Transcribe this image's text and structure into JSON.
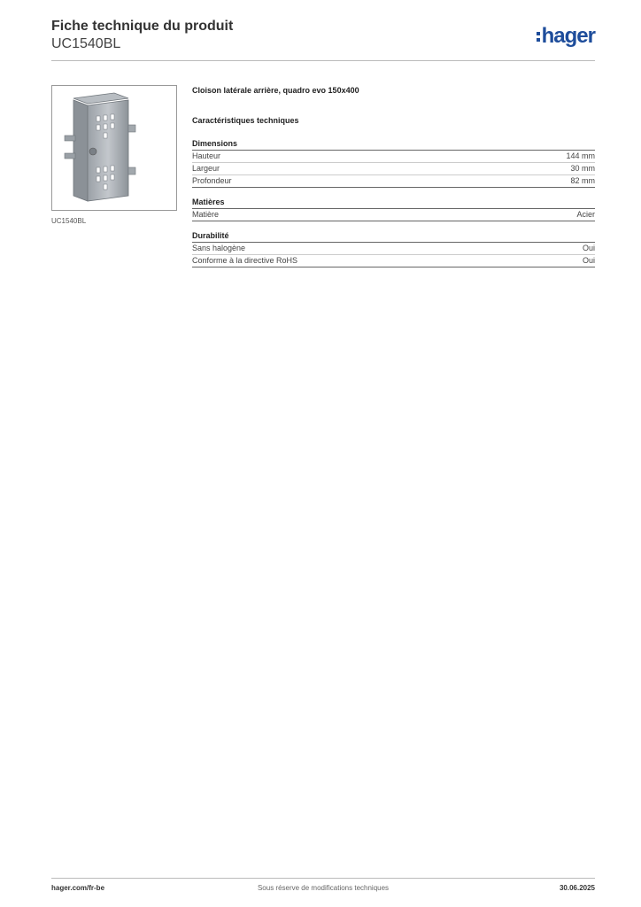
{
  "header": {
    "title": "Fiche technique du produit",
    "reference": "UC1540BL",
    "logo_text": "hager",
    "brand_color": "#1e4d9b"
  },
  "product": {
    "image_caption": "UC1540BL",
    "name": "Cloison latérale arrière, quadro evo 150x400"
  },
  "specs": {
    "heading": "Caractéristiques techniques",
    "groups": [
      {
        "title": "Dimensions",
        "rows": [
          {
            "label": "Hauteur",
            "value": "144 mm"
          },
          {
            "label": "Largeur",
            "value": "30 mm"
          },
          {
            "label": "Profondeur",
            "value": "82 mm"
          }
        ]
      },
      {
        "title": "Matières",
        "rows": [
          {
            "label": "Matière",
            "value": "Acier"
          }
        ]
      },
      {
        "title": "Durabilité",
        "rows": [
          {
            "label": "Sans halogène",
            "value": "Oui"
          },
          {
            "label": "Conforme à la directive RoHS",
            "value": "Oui"
          }
        ]
      }
    ]
  },
  "footer": {
    "website": "hager.com/fr-be",
    "notice": "Sous réserve de modifications techniques",
    "date": "30.06.2025"
  }
}
